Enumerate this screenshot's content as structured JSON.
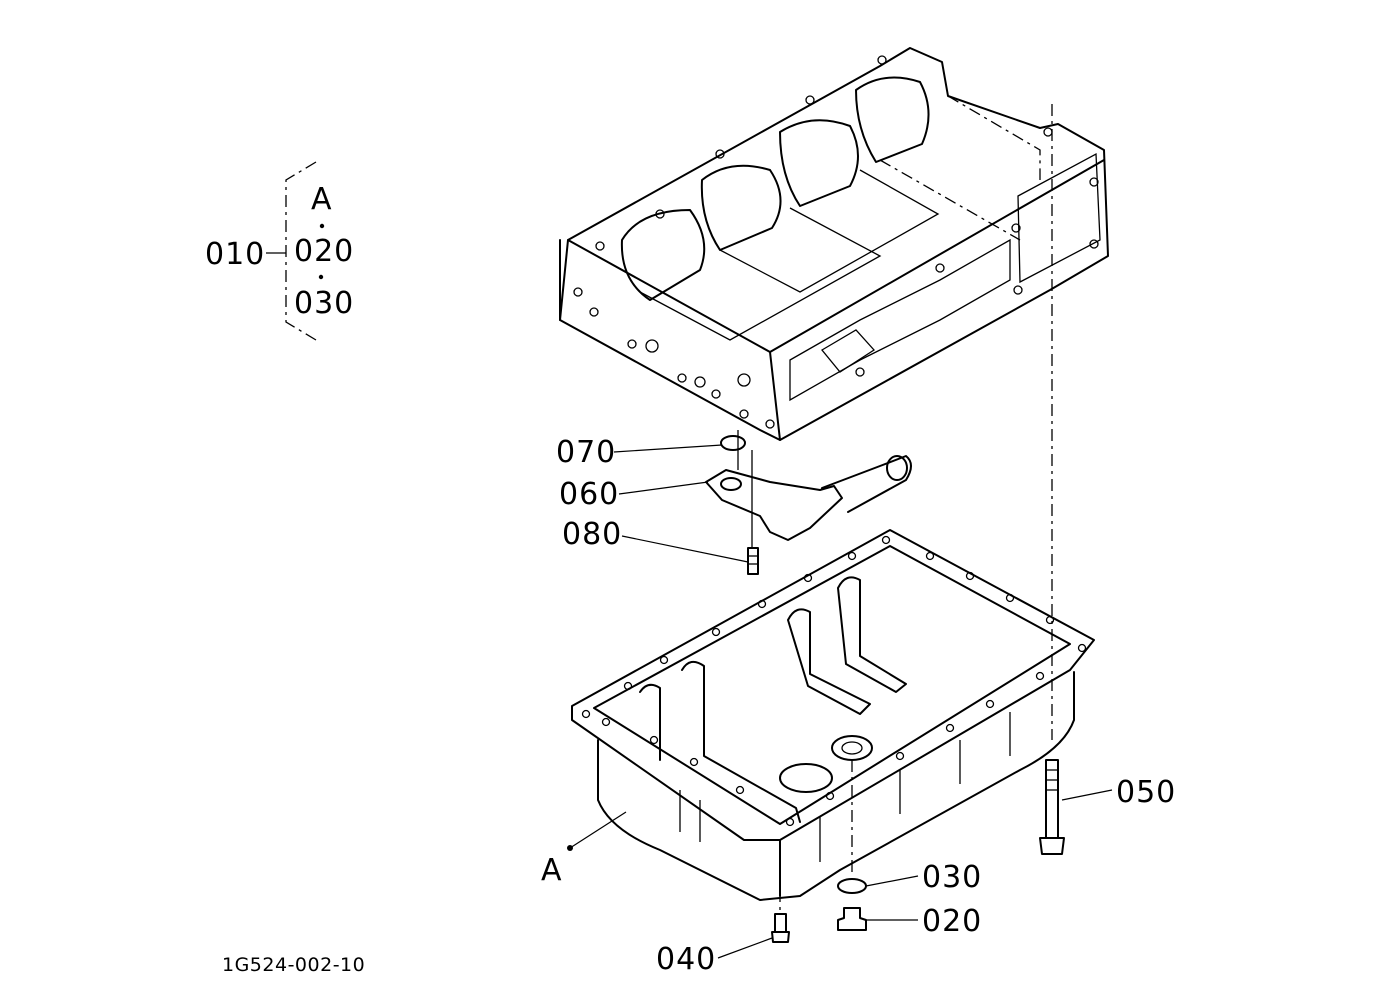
{
  "diagram": {
    "drawing_code": "1G524-002-10",
    "assembly": {
      "parent": "010",
      "members": [
        "A",
        "020",
        "030"
      ]
    },
    "callouts": [
      {
        "id": "070"
      },
      {
        "id": "060"
      },
      {
        "id": "080"
      },
      {
        "id": "050"
      },
      {
        "id": "030"
      },
      {
        "id": "020"
      },
      {
        "id": "040"
      },
      {
        "id": "A"
      }
    ]
  }
}
